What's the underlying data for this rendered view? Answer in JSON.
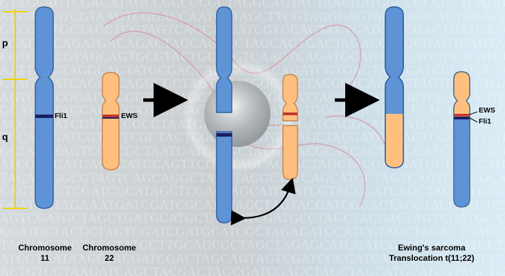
{
  "background": {
    "pattern_lines": [
      "GTAGCAGTCGAGATAGCCGCCGCGCTAGGCAGTACTAACGATGGCCGCCGCTCATATGGGCCCCCGCGGCG",
      "ACGATGATCGTAAGTCGGACCAATGATAGCTTCGTAGGCAGTACTAGGCACTGGACGCGTAGCTAGGCGCCAAT",
      "GTCGTATGCTAGCTCGTAGTCAGCTAGATCGTGCAGTACTGATCGTCGACTGATGACGAGTCGAAGATCTTTGCT",
      "TGATGACAGATGACAGACTAGCAGTACTAGCAGTGACTAGACGATGCGAGTCAGTAGCTGATAGCAGTACAGAT",
      "CGTGCACGTAGCAGTGCGTACTGCTAGTCAAGTCAGATGCAGTACGAGCTAGCATGCGTACGTACGTGACTGC",
      "AATTACGTAGGCAGTATGCGACCATAGCATTCAGATCGTGACTACGGATCGCATGCTAGCATTTCAGCTGACTA",
      "CTACGCATCAGAGCAGGCGCTAGTGCATGGCTGCTACGGTCAATGCTAGTCCAGTGACGCTACGCGACTAGTC",
      "AGTCGGCGGATTACGGTGCTAGCTAGATGGGCCATTACGAAGCTAGCTCGATCAGTCACAGCGTCATGCATCGA",
      "GCATCGTAGCAGTCGATGCTGACTAGCGAGATACTGGCATGCTAGCTGACTGCATGCTAGCTAGTCGATCAGC",
      "ACGATGATCGTAGTCGCGTAATGATCATGACTACGATCAGGCATGCATCGAGCTACGGCGATGCTAAGTCGTG",
      "TGCATCGATCGTGTTCGCTACTCGGATGCATGGTAGCTACGATGCTAGTCGCTACGATCGATGCTAGCTGTCA",
      "GCTAGCTAGTCGGCGCTAATGATCATGCTACGATACGCATCAGTCGCGATCGTACGGCTAGTCGGTACGCTAG",
      "ATCGACGATGACAGATGCAGTTCGTATAGCAGTACTAGCTACGACGATGCTATGCATCGATCGGATCAGTCAG",
      "TAGATCGGCGTAGTCAGCAGGCTAGCTAGGCTATCAGCATGCTAGTCAGTCTAGGCAATGCTAGTCAGTCGAC",
      "CAGTCAGTCGATCGCATAGCTCGACTAGCATCGATCGTAGCGATCAGCTAGCATGCGACTGCATGCTAGCTGA",
      "GCATGCTAGAAATGATCGATCGCATCTAGCTAGTACGATCGGACTAGCTACGTAGTCTTGACTAGCAGCTAGC",
      "AGTCGATGCTAGCTGATGCATGCTAGCATCGATGCCTAGCTACGACTAGTCGATGCATGCTACGATCAGTCAG",
      "CGATCGTACGCTAGTCGATCGATGCATCGCTAGACATGCATCGTAGCTAGACTGATCGTAGCTAGCGATCAGT",
      "TAGCAGTAGTACGTATGCTTGCAGCGCTAGCTAGAGCATCGATCGTACGAGCATGCTACGTAGTCAGTCGATGC",
      "ATCGTGATAAGCTACGATCGACTAGCAGTAGTCGATCGCGATCAGCTAGTCGACTACGCTAGCATGCATCGAT",
      "ACTGTCGTAAGATCAGCTACGACTAGCGATCGAGCTAGCTAGCATGCATCGTAGCTGACTACGCTAGACTGCA"
    ],
    "ribbon_color": "#d88c9a"
  },
  "colors": {
    "chromosome_11": "#5e93d6",
    "chromosome_11_edge": "#2f5f9c",
    "chromosome_22": "#ffc07f",
    "chromosome_22_edge": "#c68448",
    "band_dark": "#1b1d66",
    "band_red": "#c0392b",
    "arrow": "#000000",
    "scale_bar": "#f0d400"
  },
  "arm_labels": {
    "p": "p",
    "q": "q"
  },
  "genes": {
    "fli1": "Fli1",
    "ews": "EWS",
    "result_ews": "EWS",
    "result_fli1": "Fli1"
  },
  "captions": {
    "chr11": [
      "Chromosome",
      "11"
    ],
    "chr22": [
      "Chromosome",
      "22"
    ],
    "result": [
      "Ewing's sarcoma",
      "Translocation t(11;22)"
    ]
  }
}
